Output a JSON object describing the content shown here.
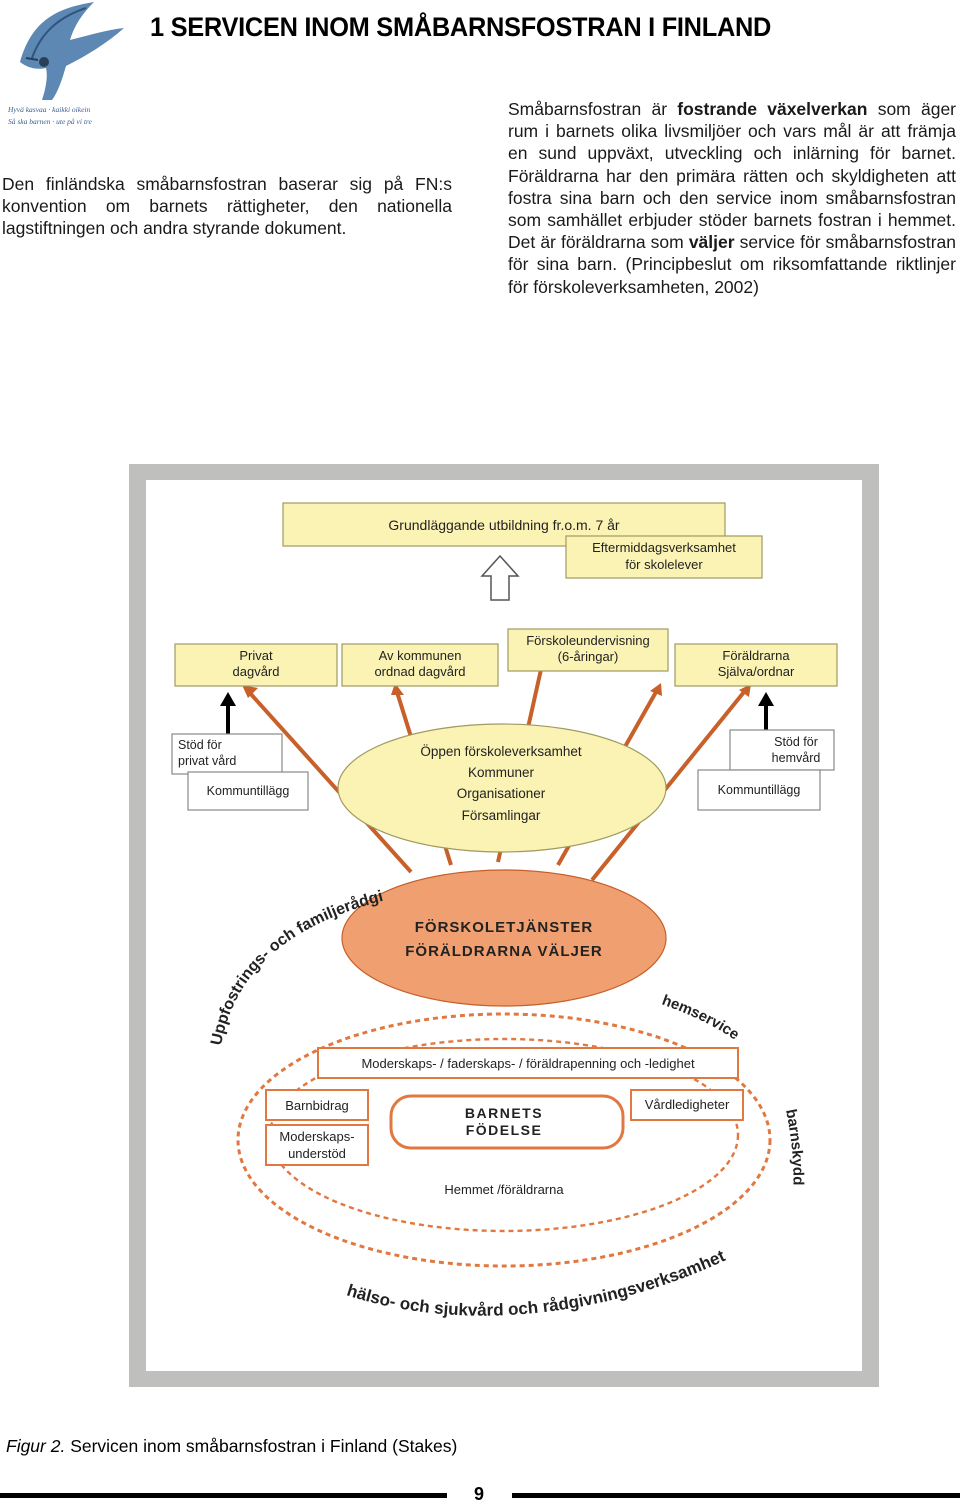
{
  "header": {
    "title": "1 SERVICEN INOM SMÅBARNSFOSTRAN I FINLAND",
    "logo_icon": "bird-logo-icon"
  },
  "sidenote": {
    "text": "Den finländska småbarnsfostran baserar sig på FN:s konvention om barnets rättigheter, den nationella lagstiftningen och andra styrande dokument."
  },
  "body": {
    "t1": "Småbarnsfostran är ",
    "b1": "fostrande växelverkan",
    "t2": " som äger rum i barnets olika livsmiljöer och vars mål är att främja en sund uppväxt, utveckling och inlärning för barnet. Föräldrarna har den primära rätten och skyldigheten att fostra sina barn och den service inom småbarnsfostran som samhället erbjuder stöder barnets fostran i hemmet. Det är föräldrarna som ",
    "b2": "väljer",
    "t3": " service för småbarnsfostran för sina barn. (Principbeslut om riksomfattande riktlinjer för förskoleverksamheten, 2002)"
  },
  "diagram": {
    "top_box": "Grundläggande utbildning fr.o.m. 7 år",
    "afternoon_line1": "Eftermiddagsverksamhet",
    "afternoon_line2": "för skolelever",
    "privat_line1": "Privat",
    "privat_line2": "dagvård",
    "kommun_line1": "Av kommunen",
    "kommun_line2": "ordnad dagvård",
    "forskole_line1": "Förskoleundervisning",
    "forskole_line2": "(6-åringar)",
    "foraldrar_line1": "Föräldrarna",
    "foraldrar_line2": "Själva/ordnar",
    "stod_privat_line1": "Stöd för",
    "stod_privat_line2": "privat vård",
    "kommuntillagg_left": "Kommuntillägg",
    "stod_hem_line1": "Stöd för",
    "stod_hem_line2": "hemvård",
    "kommuntillagg_right": "Kommuntillägg",
    "ellipse_line1": "Öppen förskoleverksamhet",
    "ellipse_line2": "Kommuner",
    "ellipse_line3": "Organisationer",
    "ellipse_line4": "Församlingar",
    "center_line1": "FÖRSKOLETJÄNSTER",
    "center_line2": "FÖRÄLDRARNA VÄLJER",
    "leave_box": "Moderskaps- / faderskaps- / föräldrapenning och -ledighet",
    "barnbidrag": "Barnbidrag",
    "moderskap_line1": "Moderskaps-",
    "moderskap_line2": "understöd",
    "birth_line1": "BARNETS",
    "birth_line2": "FÖDELSE",
    "vardledigheter": "Vårdledigheter",
    "hemmet": "Hemmet /föräldrarna",
    "arc_left": "Uppfostrings- och familjerådgivning",
    "arc_right": "hemservice",
    "arc_right2": "barnskydd",
    "arc_bottom": "hälso- och sjukvård och rådgivningsverksamhet"
  },
  "caption": {
    "fig": "Figur 2.",
    "text": " Servicen inom småbarnsfostran i Finland (Stakes)"
  },
  "footer": {
    "page_number": "9"
  },
  "colors": {
    "orange": "#f0a070",
    "orange_stroke": "#c8602a",
    "yellow": "#fbf3b4",
    "yellow_stroke": "#a09a60",
    "frame": "#bfbfbd"
  }
}
